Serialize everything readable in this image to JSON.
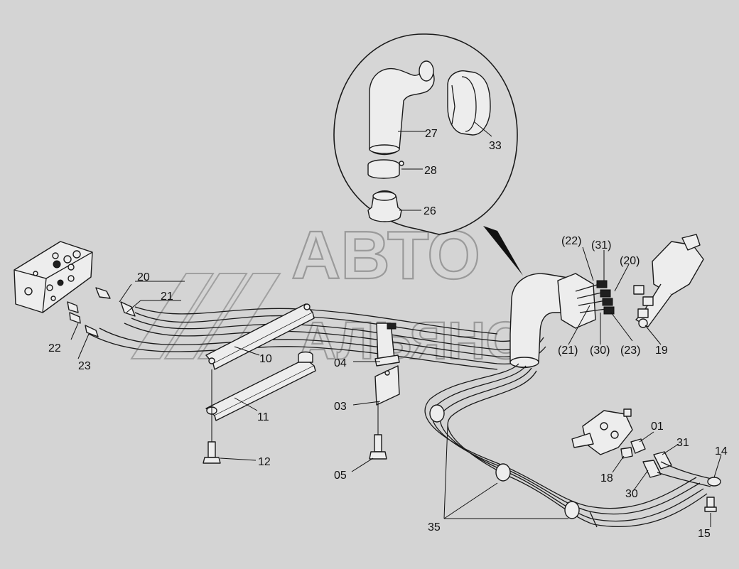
{
  "watermark": {
    "line1": "АВТО",
    "line2": "АЛЬЯНС"
  },
  "labels": {
    "p27": "27",
    "p33": "33",
    "p28": "28",
    "p26": "26",
    "p22": "22",
    "p23": "23",
    "p20": "20",
    "p21": "21",
    "p10": "10",
    "p11": "11",
    "p12": "12",
    "p04": "04",
    "p03": "03",
    "p05": "05",
    "r22": "(22)",
    "r31": "(31)",
    "r20": "(20)",
    "r21": "(21)",
    "r30": "(30)",
    "r23": "(23)",
    "p19": "19",
    "p01": "01",
    "p31": "31",
    "p14": "14",
    "p18": "18",
    "p30": "30",
    "p15": "15",
    "p35": "35"
  }
}
